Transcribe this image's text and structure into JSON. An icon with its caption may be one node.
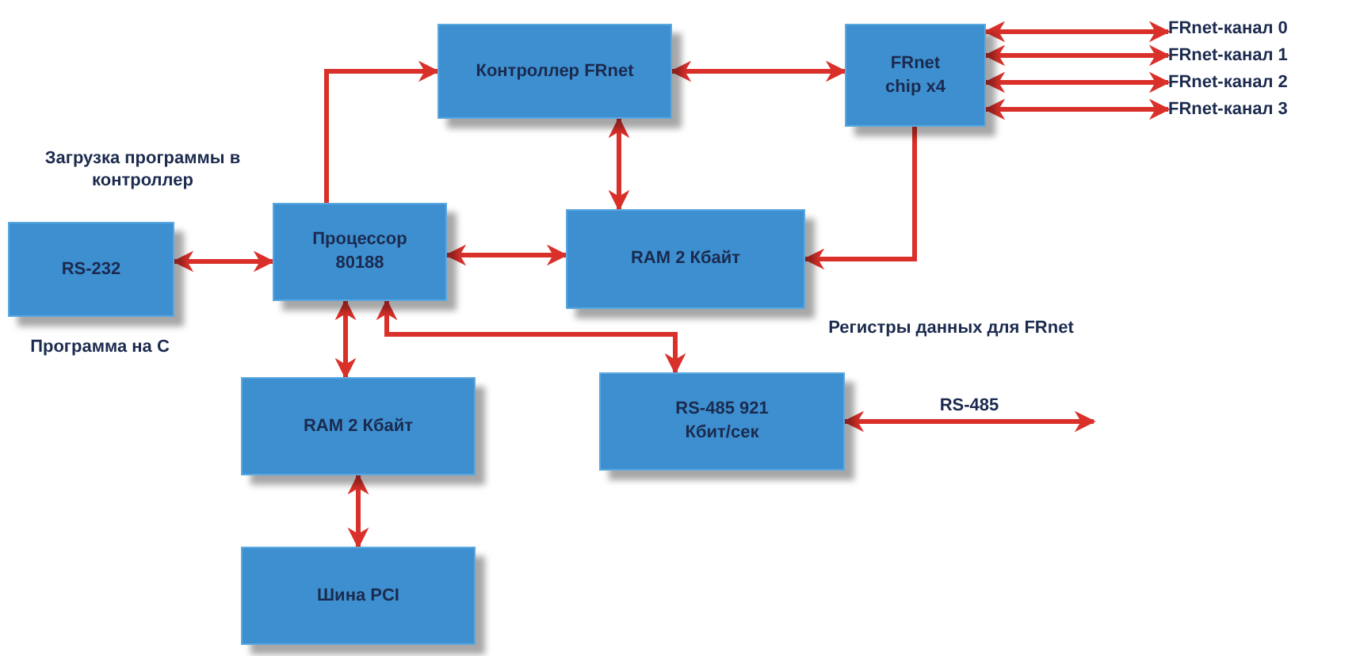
{
  "diagram": {
    "nodes": [
      {
        "text": [
          "Контроллер FRnet"
        ]
      },
      {
        "text": [
          "FRnet chip x4"
        ]
      },
      {
        "text": [
          "FRnet-канал 0"
        ]
      },
      {
        "text": [
          "FRnet-канал 1"
        ]
      },
      {
        "text": [
          "FRnet-канал 2"
        ]
      },
      {
        "text": [
          "FRnet-канал 3"
        ]
      },
      {
        "text": [
          "RS-232"
        ]
      },
      {
        "text": [
          "Процессор 80188"
        ]
      },
      {
        "text": [
          "RAM 2 Кбайт"
        ]
      },
      {
        "text": [
          "RAM 2 Кбайт"
        ]
      },
      {
        "text": [
          "RS-485 921 Кбит/сек"
        ]
      },
      {
        "text": [
          "Шина PCI"
        ]
      }
    ],
    "edges": [
      {
        "from": 7,
        "to": 0,
        "arrow": "to"
      },
      {
        "from": 0,
        "to": 1,
        "arrow": "both"
      },
      {
        "from": 1,
        "to": 2,
        "arrow": "both"
      },
      {
        "from": 1,
        "to": 3,
        "arrow": "both"
      },
      {
        "from": 1,
        "to": 4,
        "arrow": "both"
      },
      {
        "from": 1,
        "to": 5,
        "arrow": "both"
      },
      {
        "from": 0,
        "to": 8,
        "arrow": "both"
      },
      {
        "from": 6,
        "to": 7,
        "arrow": "both"
      },
      {
        "from": 7,
        "to": 8,
        "arrow": "both"
      },
      {
        "from": 1,
        "to": 8,
        "arrow": "to"
      },
      {
        "from": 7,
        "to": 9,
        "arrow": "both"
      },
      {
        "from": 7,
        "to": 10,
        "arrow": "both"
      },
      {
        "from": 9,
        "to": 11,
        "arrow": "both"
      },
      {
        "from": 10,
        "to": null,
        "arrow": "both",
        "label": "RS-485"
      }
    ],
    "labels": [
      "Загрузка программы в контроллер",
      "Программа на С",
      "Регистры данных для FRnet"
    ]
  }
}
